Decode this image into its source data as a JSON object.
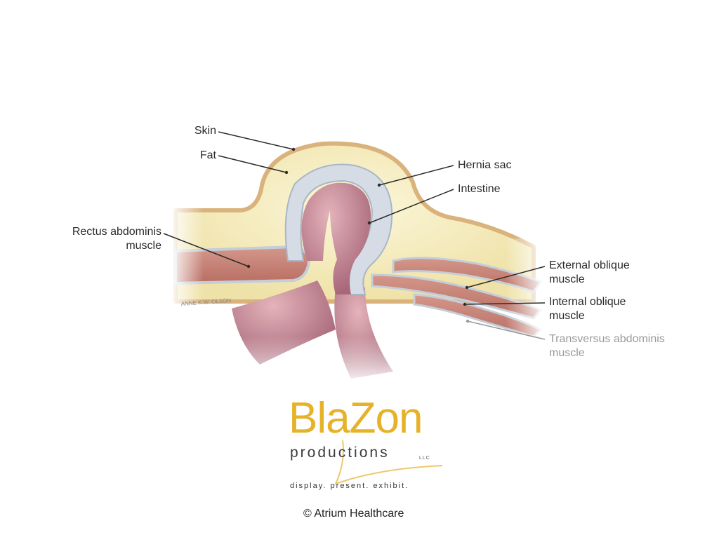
{
  "diagram": {
    "labels": {
      "skin": "Skin",
      "fat": "Fat",
      "hernia_sac": "Hernia sac",
      "intestine": "Intestine",
      "rectus_line1": "Rectus abdominis",
      "rectus_line2": "muscle",
      "external_line1": "External oblique",
      "external_line2": "muscle",
      "internal_line1": "Internal oblique",
      "internal_line2": "muscle",
      "transversus_line1": "Transversus abdominis",
      "transversus_line2": "muscle"
    },
    "signature": "ANNE K.W. OLSON",
    "colors": {
      "skin": "#d9b27c",
      "fat": "#f6efc4",
      "muscle": "#c9877a",
      "intestine": "#c98b95",
      "sac": "#c4cdd8",
      "leader": "#2b2b2b"
    }
  },
  "logo": {
    "word": "BlaZon",
    "sub": "productions",
    "llc": "LLC",
    "tagline": "display. present. exhibit.",
    "color": "#e6b22a"
  },
  "copyright": "© Atrium Healthcare"
}
